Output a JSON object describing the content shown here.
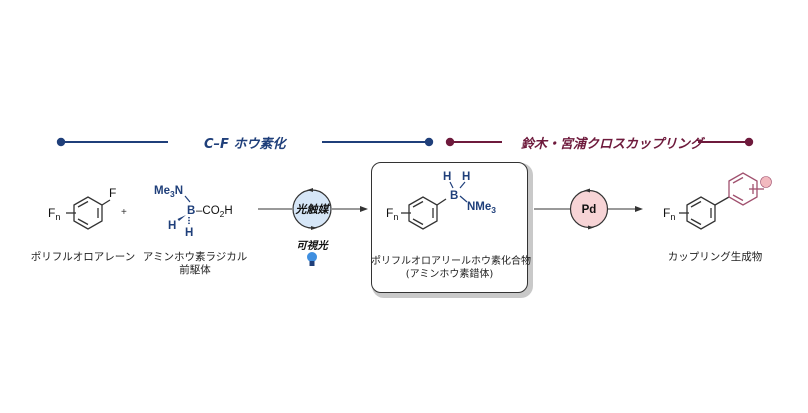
{
  "colors": {
    "borylation": "#1f3f7a",
    "coupling": "#6e1a3c",
    "photocatalyst_fill": "#d6e6f7",
    "pd_fill": "#f7d4d6",
    "bulb": "#3f8fe0",
    "aryl_partner": "#a0506e",
    "substituent_dot": "#f2b9bf"
  },
  "phases": {
    "borylation": {
      "label": "C–F ホウ素化"
    },
    "coupling": {
      "label": "鈴木・宮浦クロスカップリング"
    }
  },
  "starting_material": {
    "atom_F": "F",
    "atom_Fn": "F",
    "subscript_n": "n",
    "caption": "ポリフルオロアレーン"
  },
  "plus_sign": "+",
  "radical_precursor": {
    "me3n": "Me",
    "me3n_sub": "3",
    "me3n_n": "N",
    "boron": "B",
    "co2h_prefix": "–CO",
    "co2h_sub": "2",
    "co2h_suffix": "H",
    "h1": "H",
    "h2": "H",
    "caption_line1": "アミンホウ素ラジカル",
    "caption_line2": "前駆体"
  },
  "step1": {
    "catalyst": "光触媒",
    "condition": "可視光",
    "icon": "light-bulb-icon"
  },
  "intermediate": {
    "atom_Fn": "F",
    "subscript_n": "n",
    "h1": "H",
    "h2": "H",
    "boron": "B",
    "nme3": "NMe",
    "nme3_sub": "3",
    "caption_line1": "ポリフルオロアリールホウ素化合物",
    "caption_line2": "(アミンホウ素錯体)"
  },
  "step2": {
    "catalyst": "Pd"
  },
  "product": {
    "atom_Fn": "F",
    "subscript_n": "n",
    "caption": "カップリング生成物"
  }
}
